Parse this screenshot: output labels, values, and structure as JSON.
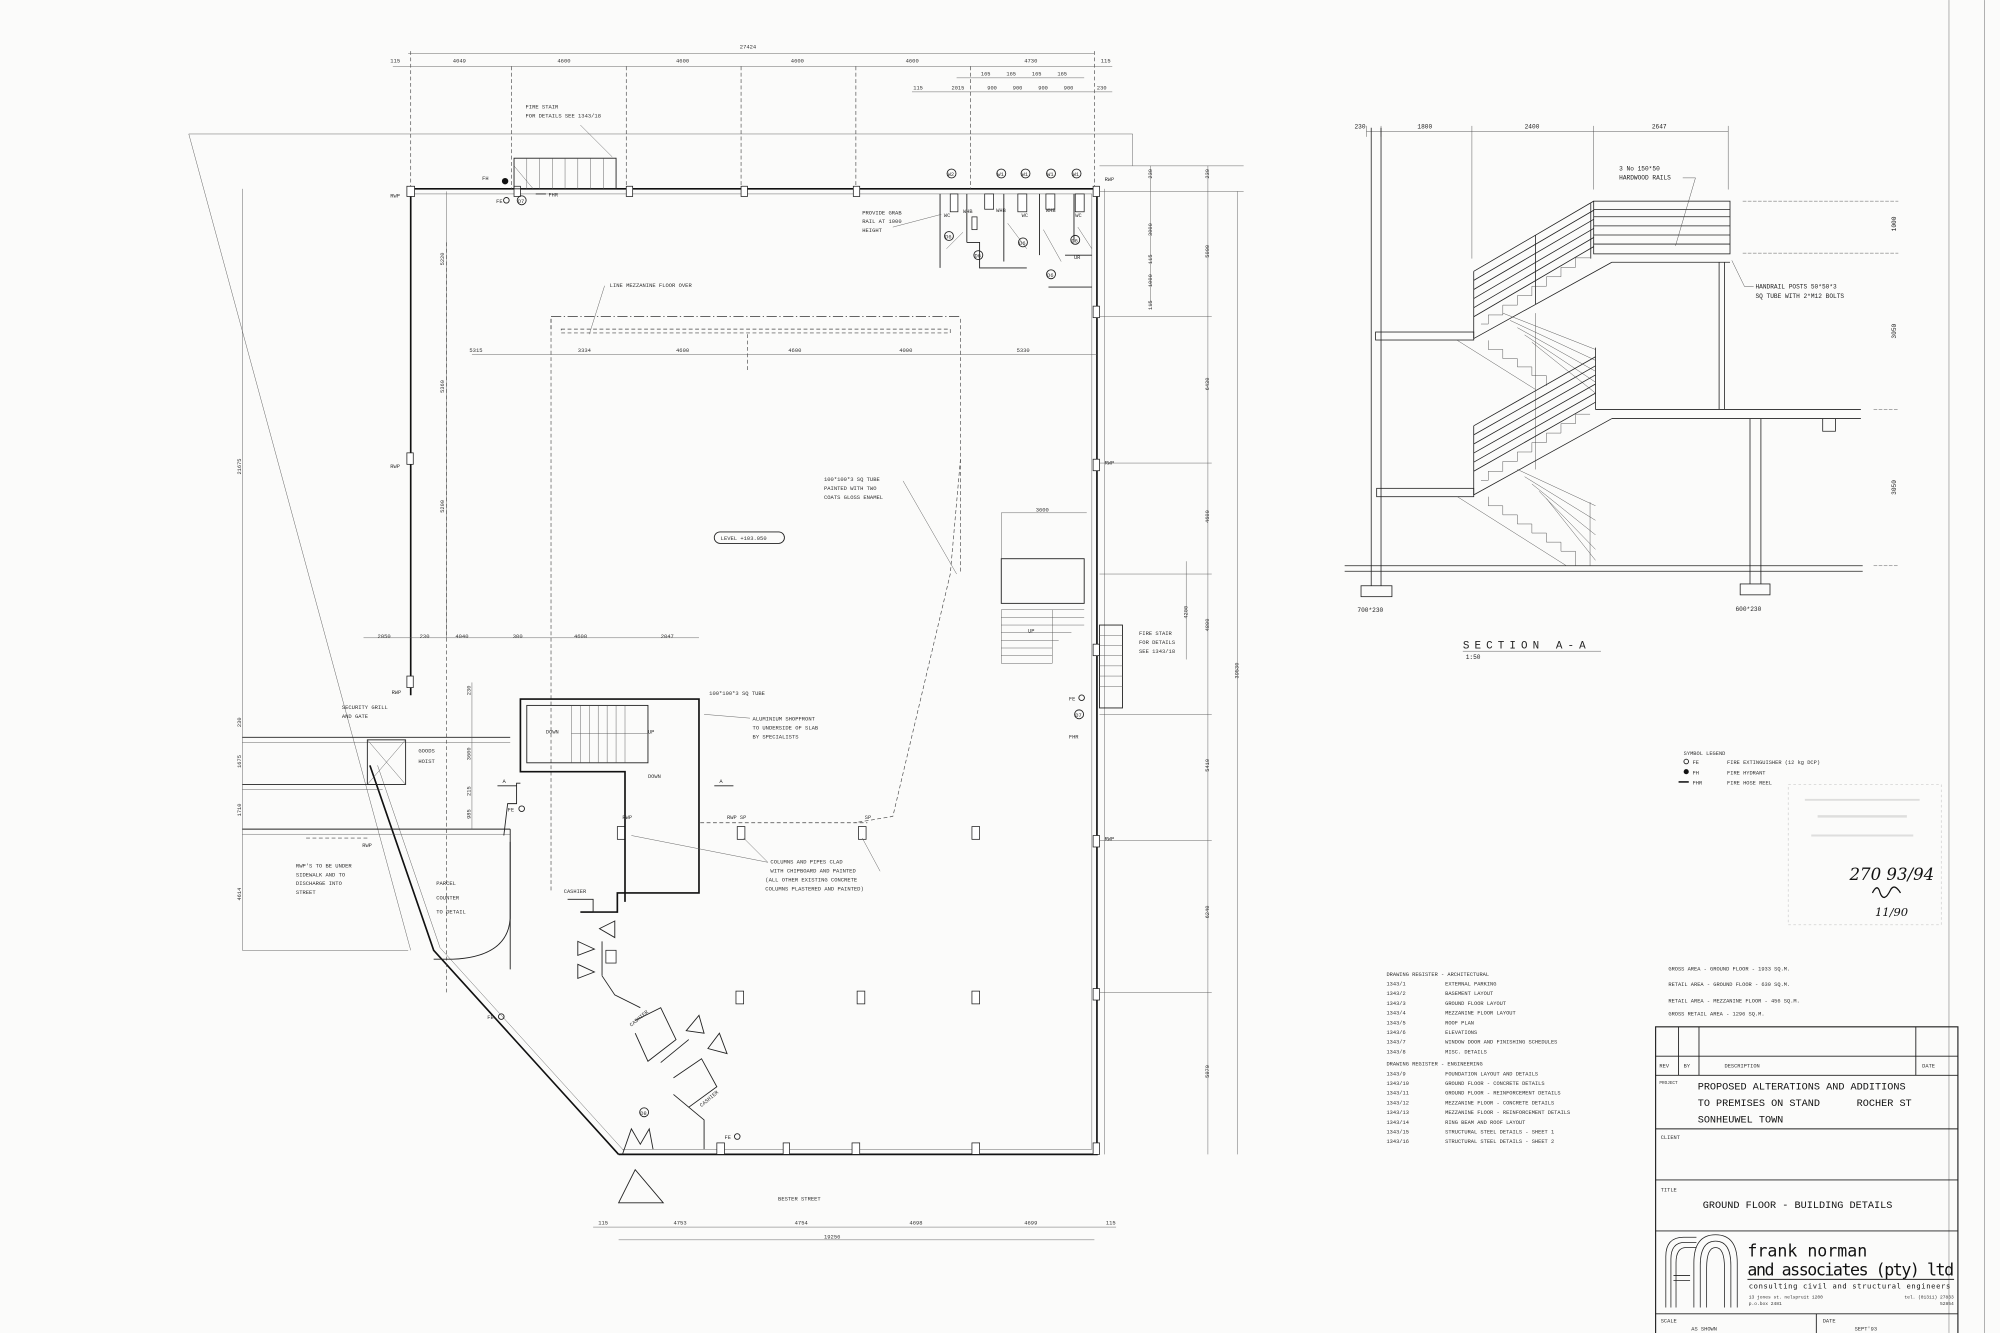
{
  "plan": {
    "top_dims": {
      "total": "27424",
      "d1": "115",
      "d2": "4049",
      "d3": "4600",
      "d4": "4600",
      "d5": "4600",
      "d6": "4600",
      "d7": "4730",
      "d8": "115"
    },
    "toilet_dims": {
      "a1": "165",
      "a2": "165",
      "a3": "165",
      "a4": "165",
      "b1": "115",
      "b2": "2015",
      "b3": "900",
      "b4": "900",
      "b5": "900",
      "b6": "900",
      "b7": "230"
    },
    "mid_dims": {
      "m1": "5315",
      "m2": "3334",
      "m3": "4600",
      "m4": "4600",
      "m5": "4000",
      "m6": "5330"
    },
    "left_dims": {
      "v1": "5220",
      "v2": "5360",
      "v3": "5200",
      "overall": "21675",
      "l1": "230",
      "l2": "1675",
      "l3": "1710",
      "l4": "4614",
      "s1": "230",
      "s2": "3600",
      "s3": "215",
      "s4": "985"
    },
    "right_dims": {
      "r1": "230",
      "r2": "3000",
      "r3": "115",
      "r4": "1000",
      "r5": "115",
      "q1": "230",
      "q2": "5000",
      "q3": "6430",
      "q4": "4600",
      "q5": "4200",
      "q6": "4800",
      "q7": "5410",
      "q8": "6240",
      "q9": "5970",
      "overall": "39530",
      "stair": "3600"
    },
    "lower_dims": {
      "e1": "2050",
      "e2": "230",
      "e3": "4040",
      "e4": "300",
      "e5": "4600",
      "e6": "2047"
    },
    "bottom_dims": {
      "d1": "115",
      "d2": "4753",
      "d3": "4754",
      "d4": "4698",
      "d5": "4699",
      "d6": "115",
      "total": "19256"
    },
    "notes": {
      "fire_stair_top": [
        "FIRE STAIR",
        "FOR DETAILS SEE 1343/18"
      ],
      "grab_rail": [
        "PROVIDE GRAB",
        "RAIL AT 1000",
        "HEIGHT"
      ],
      "mezzanine_line": "LINE MEZZANINE FLOOR OVER",
      "sq_tube_painted": [
        "100*100*3 SQ TUBE",
        "PAINTED WITH TWO",
        "COATS GLOSS ENAMEL"
      ],
      "level": "LEVEL +103.050",
      "fire_stair_right": [
        "FIRE STAIR",
        "FOR DETAILS",
        "SEE 1343/18"
      ],
      "sq_tube": "100*100*3 SQ TUBE",
      "shopfront": [
        "ALUMINIUM SHOPFRONT",
        "TO UNDERSIDE OF SLAB",
        "BY SPECIALISTS"
      ],
      "security": [
        "SECURITY GRILL",
        "AND GATE"
      ],
      "hoist": [
        "GOODS",
        "HOIST"
      ],
      "columns": [
        "COLUMNS AND PIPES CLAD",
        "WITH CHIPBOARD AND PAINTED",
        "(ALL OTHER EXISTING CONCRETE",
        "COLUMNS PLASTERED AND PAINTED)"
      ],
      "rwp_note": [
        "RWP'S TO BE UNDER",
        "SIDEWALK AND TO",
        "DISCHARGE INTO",
        "STREET"
      ],
      "parcel": [
        "PARCEL",
        "COUNTER",
        "TO DETAIL"
      ],
      "street": "BESTER STREET"
    },
    "symbols": {
      "rwp": "RWP",
      "rwp_sp": "RWP SP",
      "sp": "SP",
      "fh": "FH",
      "fe": "FE",
      "fhr": "FHR",
      "wc": "WC",
      "whb": "WHB",
      "ur": "UR",
      "up": "UP",
      "down": "DOWN",
      "section_mark": "A",
      "cashier": "CASHIER",
      "w1": "W1",
      "w2": "W2",
      "d6": "D6",
      "d7": "D7",
      "d8": "D8"
    }
  },
  "section": {
    "title": "SECTION A-A",
    "scale": "1:50",
    "dims": {
      "d1": "230",
      "d2": "1800",
      "d3": "2400",
      "d4": "2647",
      "h1": "1000",
      "h2": "3050",
      "h3": "3050"
    },
    "rails_note": [
      "3 No 150*50",
      "HARDWOOD RAILS"
    ],
    "posts_note": [
      "HANDRAIL POSTS 50*50*3",
      "SQ TUBE WITH 2*M12 BOLTS"
    ],
    "footing_left": "700*230",
    "footing_right": "600*230"
  },
  "legend": {
    "title": "SYMBOL LEGEND",
    "items": [
      {
        "code": "FE",
        "label": "FIRE EXTINGUISHER (12 kg DCP)"
      },
      {
        "code": "FH",
        "label": "FIRE HYDRANT"
      },
      {
        "code": "FHR",
        "label": "FIRE HOSE REEL"
      }
    ]
  },
  "handwriting": [
    "270 93/94",
    "11/90"
  ],
  "areas": [
    "GROSS AREA - GROUND FLOOR - 1933 SQ.M.",
    "RETAIL AREA - GROUND FLOOR - 630 SQ.M.",
    "RETAIL AREA - MEZZANINE FLOOR - 456 SQ.M.",
    "GROSS RETAIL AREA - 1296 SQ.M."
  ],
  "register": {
    "arch_title": "DRAWING REGISTER - ARCHITECTURAL",
    "arch": [
      {
        "no": "1343/1",
        "title": "EXTERNAL PARKING"
      },
      {
        "no": "1343/2",
        "title": "BASEMENT LAYOUT"
      },
      {
        "no": "1343/3",
        "title": "GROUND FLOOR LAYOUT"
      },
      {
        "no": "1343/4",
        "title": "MEZZANINE FLOOR LAYOUT"
      },
      {
        "no": "1343/5",
        "title": "ROOF PLAN"
      },
      {
        "no": "1343/6",
        "title": "ELEVATIONS"
      },
      {
        "no": "1343/7",
        "title": "WINDOW DOOR AND FINISHING SCHEDULES"
      },
      {
        "no": "1343/8",
        "title": "MISC. DETAILS"
      }
    ],
    "eng_title": "DRAWING REGISTER - ENGINEERING",
    "eng": [
      {
        "no": "1343/9",
        "title": "FOUNDATION LAYOUT AND DETAILS"
      },
      {
        "no": "1343/10",
        "title": "GROUND FLOOR - CONCRETE DETAILS"
      },
      {
        "no": "1343/11",
        "title": "GROUND FLOOR - REINFORCEMENT DETAILS"
      },
      {
        "no": "1343/12",
        "title": "MEZZANINE FLOOR - CONCRETE DETAILS"
      },
      {
        "no": "1343/13",
        "title": "MEZZANINE FLOOR - REINFORCEMENT DETAILS"
      },
      {
        "no": "1343/14",
        "title": "RING BEAM AND ROOF LAYOUT"
      },
      {
        "no": "1343/15",
        "title": "STRUCTURAL STEEL DETAILS - SHEET 1"
      },
      {
        "no": "1343/16",
        "title": "STRUCTURAL STEEL DETAILS - SHEET 2"
      }
    ]
  },
  "title_block": {
    "rev": "REV",
    "by": "BY",
    "description": "DESCRIPTION",
    "date_col": "DATE",
    "project_label": "PROJECT",
    "project": [
      "PROPOSED ALTERATIONS AND ADDITIONS",
      "TO PREMISES ON STAND      ROCHER ST",
      "SONHEUWEL TOWN"
    ],
    "client_label": "CLIENT",
    "title_label": "TITLE",
    "title": "GROUND FLOOR - BUILDING DETAILS",
    "firm_line1": "frank norman",
    "firm_line2": "and associates (pty) ltd",
    "firm_tagline": "consulting civil and structural engineers",
    "firm_address": [
      "13 jones st. nelspruit 1200",
      "p.o.box 2481"
    ],
    "firm_tel": "tel. (01311) 27833",
    "firm_fax": "52854",
    "scale_label": "SCALE",
    "scale": "AS SHOWN",
    "date_label": "DATE",
    "date": "SEPT'93"
  }
}
